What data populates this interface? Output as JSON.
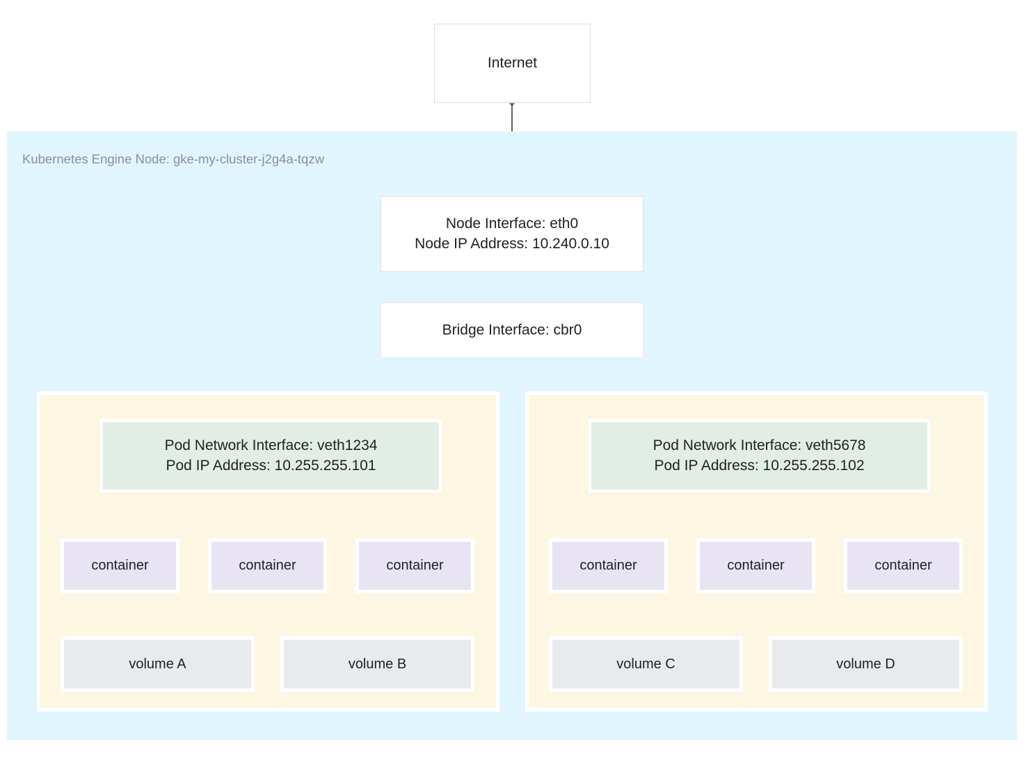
{
  "diagram": {
    "title": "Kubernetes Engine Node networking diagram",
    "colors": {
      "node_background": "#e1f5fe",
      "pod_background": "#fdf6e3",
      "pod_interface_background": "#e2ede6",
      "container_background": "#e8e4f3",
      "volume_background": "#e8eaed",
      "box_background": "#ffffff",
      "connector": "#5f6368",
      "text": "#202124",
      "node_label_text": "#8a8f94"
    }
  },
  "internet": {
    "label": "Internet"
  },
  "node": {
    "label": "Kubernetes Engine Node: gke-my-cluster-j2g4a-tqzw",
    "interface": {
      "line1": "Node Interface: eth0",
      "line2": "Node IP Address: 10.240.0.10"
    },
    "bridge": {
      "label": "Bridge Interface: cbr0"
    }
  },
  "pods": [
    {
      "interface": {
        "line1": "Pod Network Interface: veth1234",
        "line2": "Pod IP Address: 10.255.255.101"
      },
      "containers": [
        {
          "label": "container"
        },
        {
          "label": "container"
        },
        {
          "label": "container"
        }
      ],
      "volumes": [
        {
          "label": "volume A"
        },
        {
          "label": "volume B"
        }
      ]
    },
    {
      "interface": {
        "line1": "Pod Network Interface: veth5678",
        "line2": "Pod IP Address: 10.255.255.102"
      },
      "containers": [
        {
          "label": "container"
        },
        {
          "label": "container"
        },
        {
          "label": "container"
        }
      ],
      "volumes": [
        {
          "label": "volume C"
        },
        {
          "label": "volume D"
        }
      ]
    }
  ]
}
